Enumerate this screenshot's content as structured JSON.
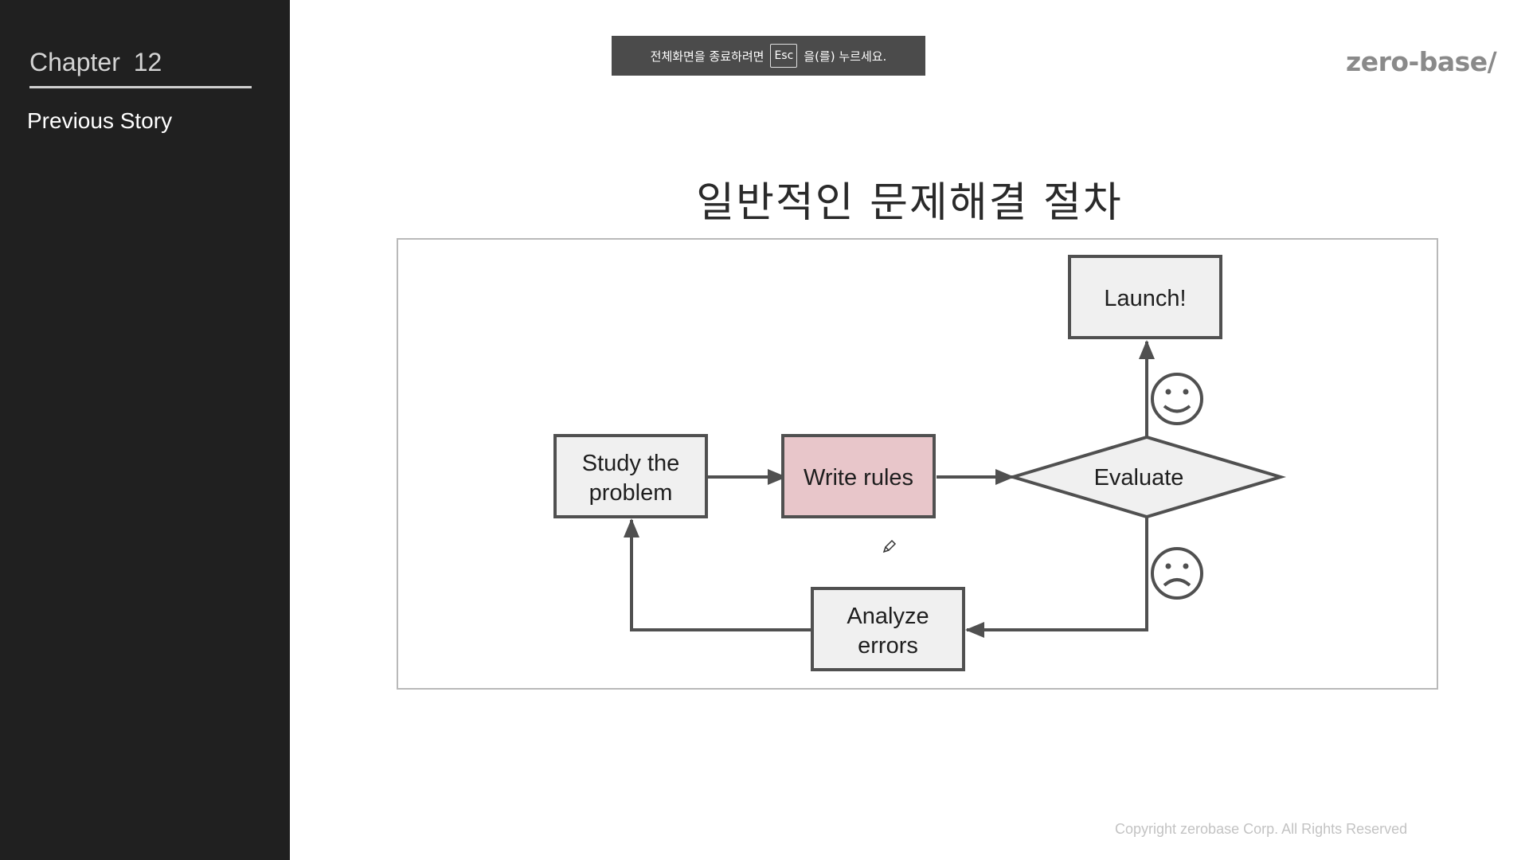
{
  "sidebar": {
    "chapter": "Chapter   12",
    "previous_story": "Previous Story"
  },
  "toast": {
    "before": "전체화면을 종료하려면",
    "key": "Esc",
    "after": "을(를) 누르세요."
  },
  "logo": "zero-base/",
  "slide": {
    "title": "일반적인 문제해결 절차"
  },
  "diagram": {
    "study_line1": "Study the",
    "study_line2": "problem",
    "write_rules": "Write rules",
    "evaluate": "Evaluate",
    "launch": "Launch!",
    "analyze_line1": "Analyze",
    "analyze_line2": "errors",
    "colors": {
      "box_fill": "#f0f0f0",
      "box_stroke": "#505050",
      "highlight_fill": "#e8c6ca"
    }
  },
  "footer": {
    "copyright": "Copyright zerobase Corp. All Rights Reserved"
  }
}
